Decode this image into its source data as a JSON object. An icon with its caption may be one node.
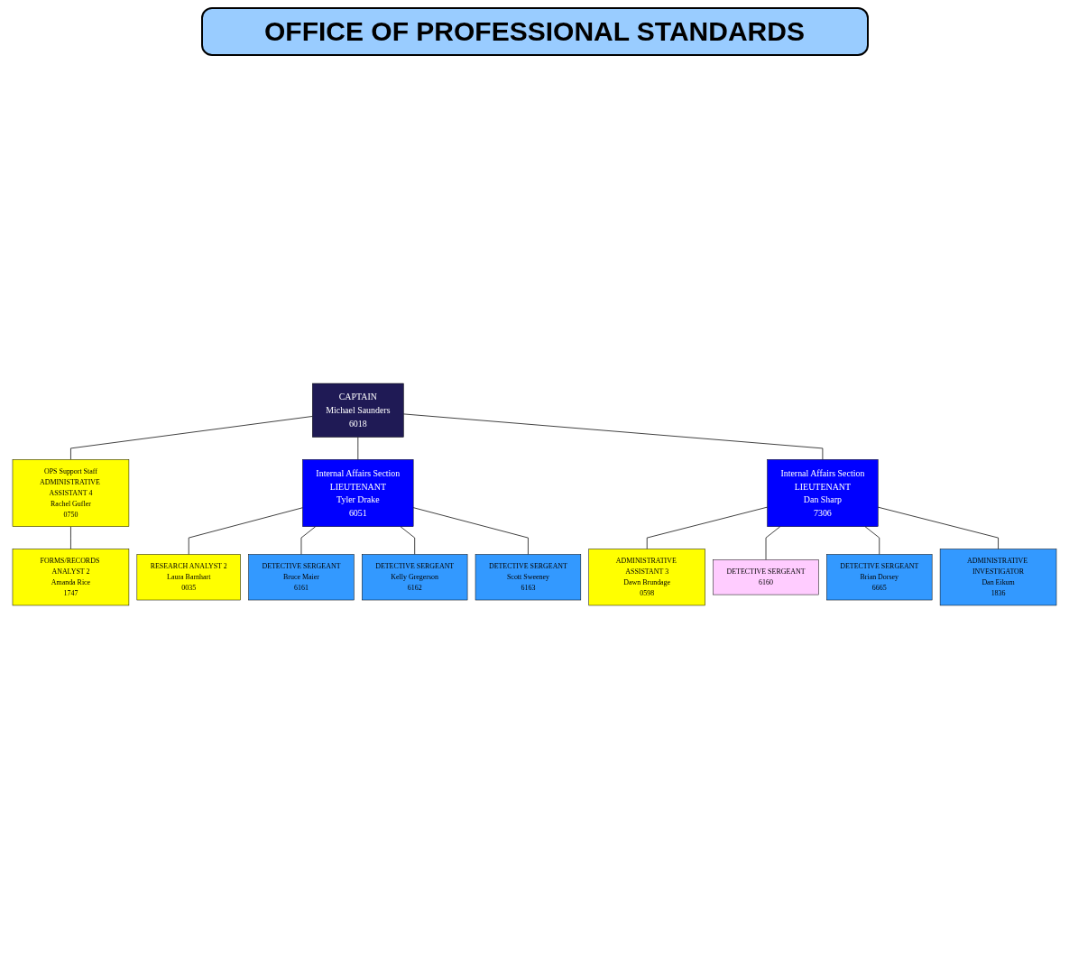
{
  "diagram": {
    "title": "OFFICE OF PROFESSIONAL STANDARDS",
    "nodes": [
      {
        "text": [
          "CAPTAIN",
          "Michael Saunders",
          "6018"
        ]
      },
      {
        "text": [
          "OPS Support Staff",
          "ADMINISTRATIVE ASSISTANT 4",
          "Rachel Gufler",
          "0750"
        ]
      },
      {
        "text": [
          "FORMS/RECORDS ANALYST 2",
          "Amanda Rice",
          "1747"
        ]
      },
      {
        "text": [
          "Internal Affairs Section",
          "LIEUTENANT",
          "Tyler Drake",
          "6051"
        ]
      },
      {
        "text": [
          "Internal Affairs Section",
          "LIEUTENANT",
          "Dan Sharp",
          "7306"
        ]
      },
      {
        "text": [
          "RESEARCH ANALYST 2",
          "Laura Barnhart",
          "0035"
        ]
      },
      {
        "text": [
          "DETECTIVE SERGEANT",
          "Bruce Maier",
          "6161"
        ]
      },
      {
        "text": [
          "DETECTIVE SERGEANT",
          "Kelly Gregerson",
          "6162"
        ]
      },
      {
        "text": [
          "DETECTIVE SERGEANT",
          "Scott Sweeney",
          "6163"
        ]
      },
      {
        "text": [
          "ADMINISTRATIVE ASSISTANT 3",
          "Dawn Brundage",
          "0598"
        ]
      },
      {
        "text": [
          "DETECTIVE SERGEANT",
          "6160"
        ]
      },
      {
        "text": [
          "DETECTIVE SERGEANT",
          "Brian Dorsey",
          "6665"
        ]
      },
      {
        "text": [
          "ADMINISTRATIVE INVESTIGATOR",
          "Dan Eikum",
          "1836"
        ]
      }
    ],
    "edges": [
      {
        "from": 0,
        "to": 1,
        "arrow": "none"
      },
      {
        "from": 1,
        "to": 2,
        "arrow": "none"
      },
      {
        "from": 0,
        "to": 3,
        "arrow": "none"
      },
      {
        "from": 0,
        "to": 4,
        "arrow": "none"
      },
      {
        "from": 3,
        "to": 5,
        "arrow": "none"
      },
      {
        "from": 3,
        "to": 6,
        "arrow": "none"
      },
      {
        "from": 3,
        "to": 7,
        "arrow": "none"
      },
      {
        "from": 3,
        "to": 8,
        "arrow": "none"
      },
      {
        "from": 4,
        "to": 9,
        "arrow": "none"
      },
      {
        "from": 4,
        "to": 10,
        "arrow": "none"
      },
      {
        "from": 4,
        "to": 11,
        "arrow": "none"
      },
      {
        "from": 4,
        "to": 12,
        "arrow": "none"
      }
    ]
  }
}
